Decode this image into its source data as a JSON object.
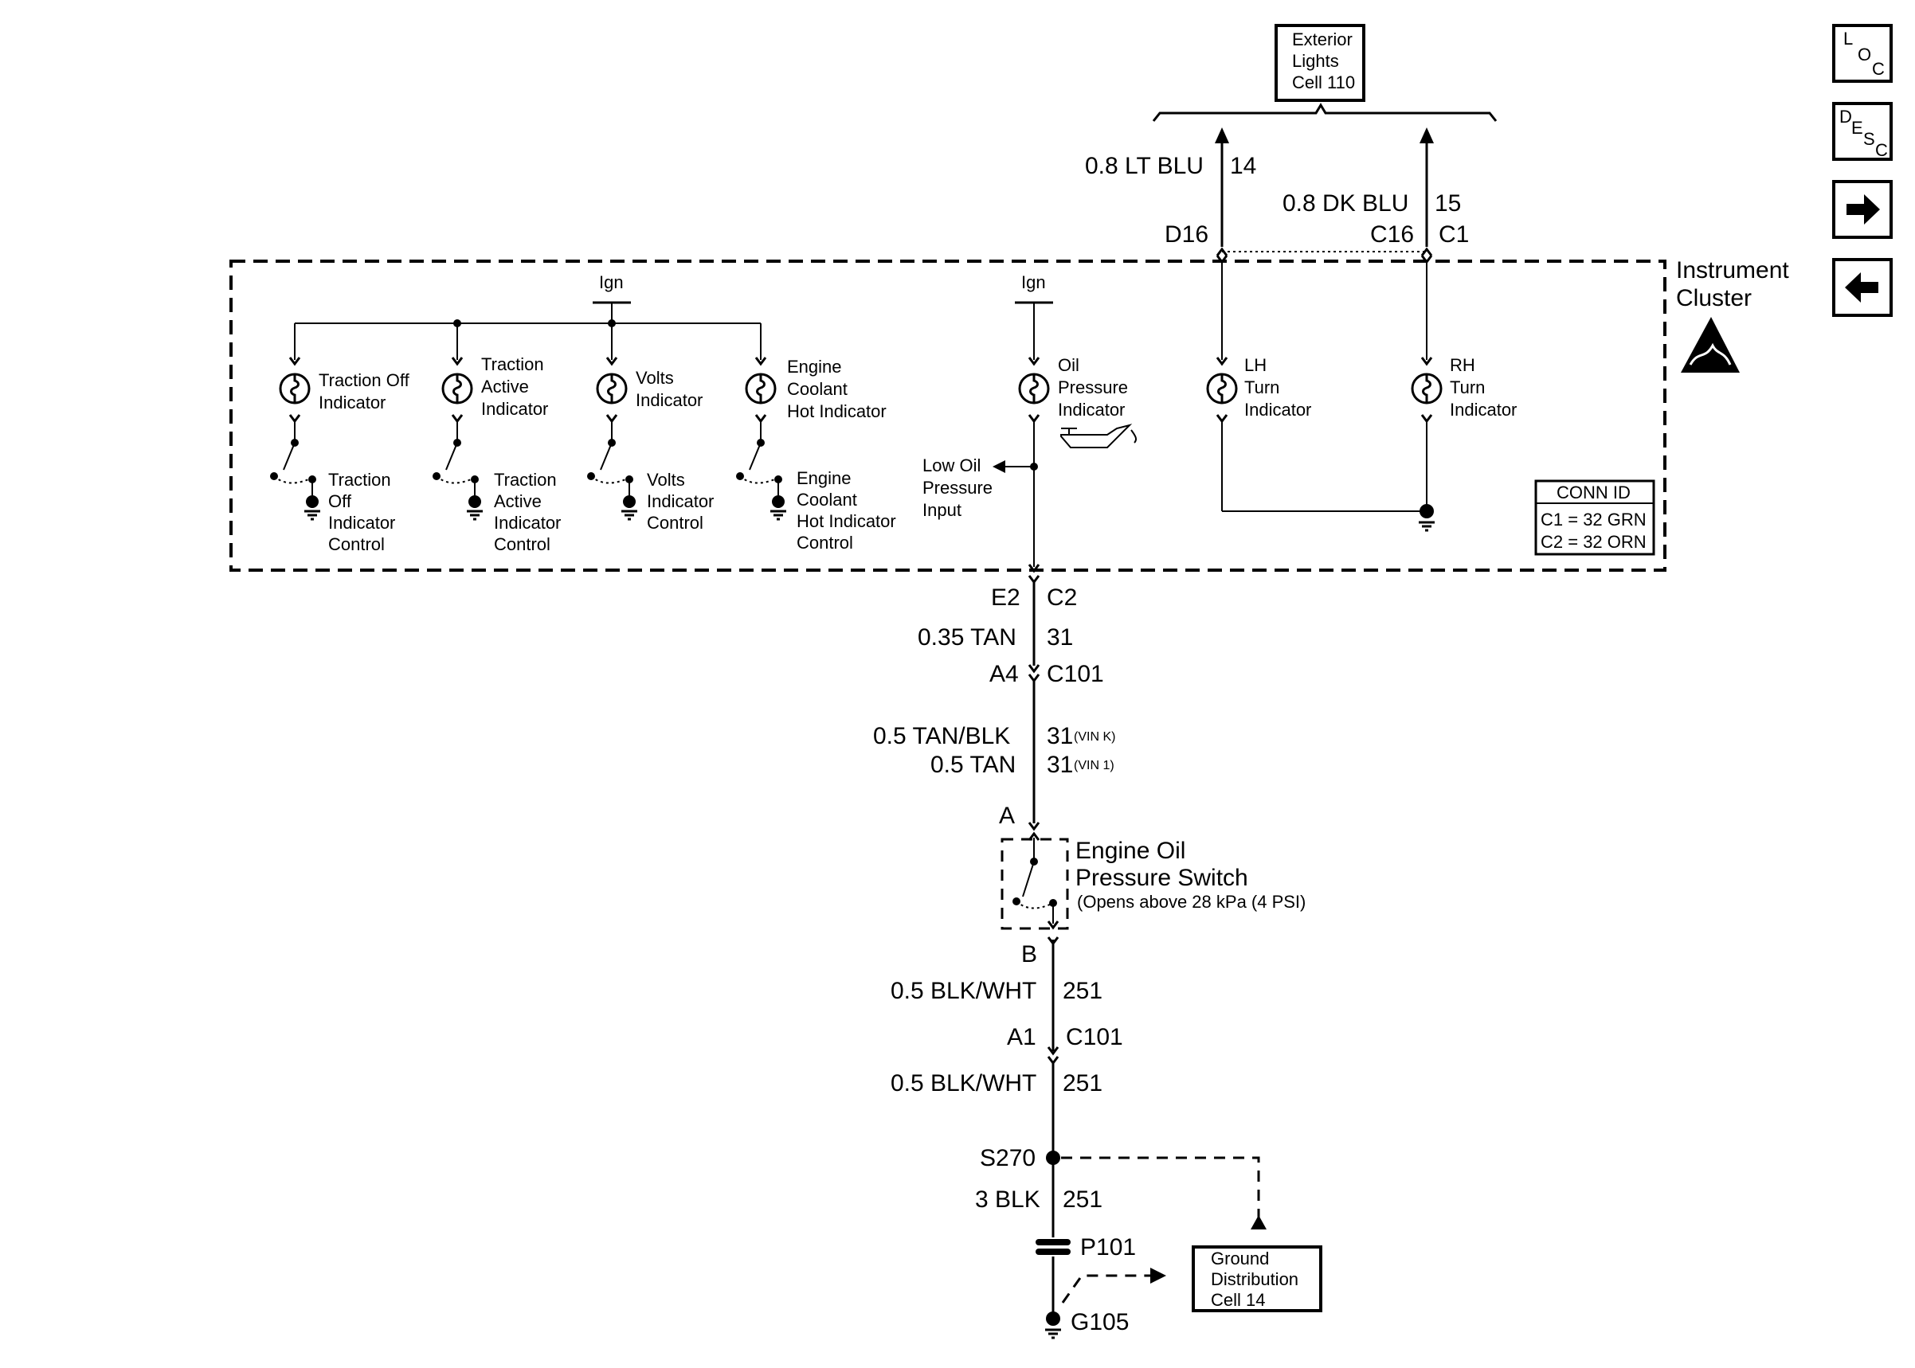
{
  "nav": {
    "loc_L": "L",
    "loc_O": "O",
    "loc_C": "C",
    "desc_D": "D",
    "desc_E": "E",
    "desc_S": "S",
    "desc_C": "C",
    "next_icon": "arrow-right-icon",
    "prev_icon": "arrow-left-icon"
  },
  "exterior_lights": {
    "line1": "Exterior",
    "line2": "Lights",
    "line3": "Cell 110"
  },
  "wires_top": {
    "lt_blu": "0.8 LT BLU",
    "lt_blu_circuit": "14",
    "dk_blu": "0.8 DK BLU",
    "dk_blu_circuit": "15",
    "d16": "D16",
    "c16": "C16",
    "c1": "C1"
  },
  "cluster": {
    "title1": "Instrument",
    "title2": "Cluster",
    "ign_left": "Ign",
    "ign_oil": "Ign",
    "esd_icon": "esd-warning-icon",
    "oil_can_icon": "oil-can-icon",
    "indicators": [
      {
        "l1": "Traction Off",
        "l2": "Indicator",
        "l3": ""
      },
      {
        "l1": "Traction",
        "l2": "Active",
        "l3": "Indicator"
      },
      {
        "l1": "Volts",
        "l2": "Indicator",
        "l3": ""
      },
      {
        "l1": "Engine",
        "l2": "Coolant",
        "l3": "Hot Indicator"
      }
    ],
    "controls": [
      {
        "l1": "Traction",
        "l2": "Off",
        "l3": "Indicator",
        "l4": "Control"
      },
      {
        "l1": "Traction",
        "l2": "Active",
        "l3": "Indicator",
        "l4": "Control"
      },
      {
        "l1": "Volts",
        "l2": "Indicator",
        "l3": "Control",
        "l4": ""
      },
      {
        "l1": "Engine",
        "l2": "Coolant",
        "l3": "Hot Indicator",
        "l4": "Control"
      }
    ],
    "oil": {
      "l1": "Oil",
      "l2": "Pressure",
      "l3": "Indicator"
    },
    "lh": {
      "l1": "LH",
      "l2": "Turn",
      "l3": "Indicator"
    },
    "rh": {
      "l1": "RH",
      "l2": "Turn",
      "l3": "Indicator"
    },
    "low_oil": {
      "l1": "Low Oil",
      "l2": "Pressure",
      "l3": "Input"
    },
    "conn_id": {
      "title": "CONN ID",
      "c1": "C1 = 32 GRN",
      "c2": "C2 = 32 ORN"
    }
  },
  "harness": {
    "e2": "E2",
    "c2": "C2",
    "tan_035": "0.35 TAN",
    "tan_035_circuit": "31",
    "a4": "A4",
    "c101_top": "C101",
    "tan_blk": "0.5 TAN/BLK",
    "tan_blk_circuit": "31",
    "vin_k": "(VIN K)",
    "tan_05": "0.5 TAN",
    "tan_05_circuit": "31",
    "vin_1": "(VIN 1)",
    "pin_a": "A",
    "switch_l1": "Engine Oil",
    "switch_l2": "Pressure Switch",
    "switch_l3": "(Opens above 28 kPa (4 PSI)",
    "pin_b": "B",
    "blk_wht_1": "0.5 BLK/WHT",
    "blk_wht_1_circuit": "251",
    "a1": "A1",
    "c101_bot": "C101",
    "blk_wht_2": "0.5 BLK/WHT",
    "blk_wht_2_circuit": "251",
    "s270": "S270",
    "blk_3": "3 BLK",
    "blk_3_circuit": "251",
    "p101": "P101",
    "g105": "G105",
    "ground_dist": {
      "l1": "Ground",
      "l2": "Distribution",
      "l3": "Cell 14"
    }
  }
}
